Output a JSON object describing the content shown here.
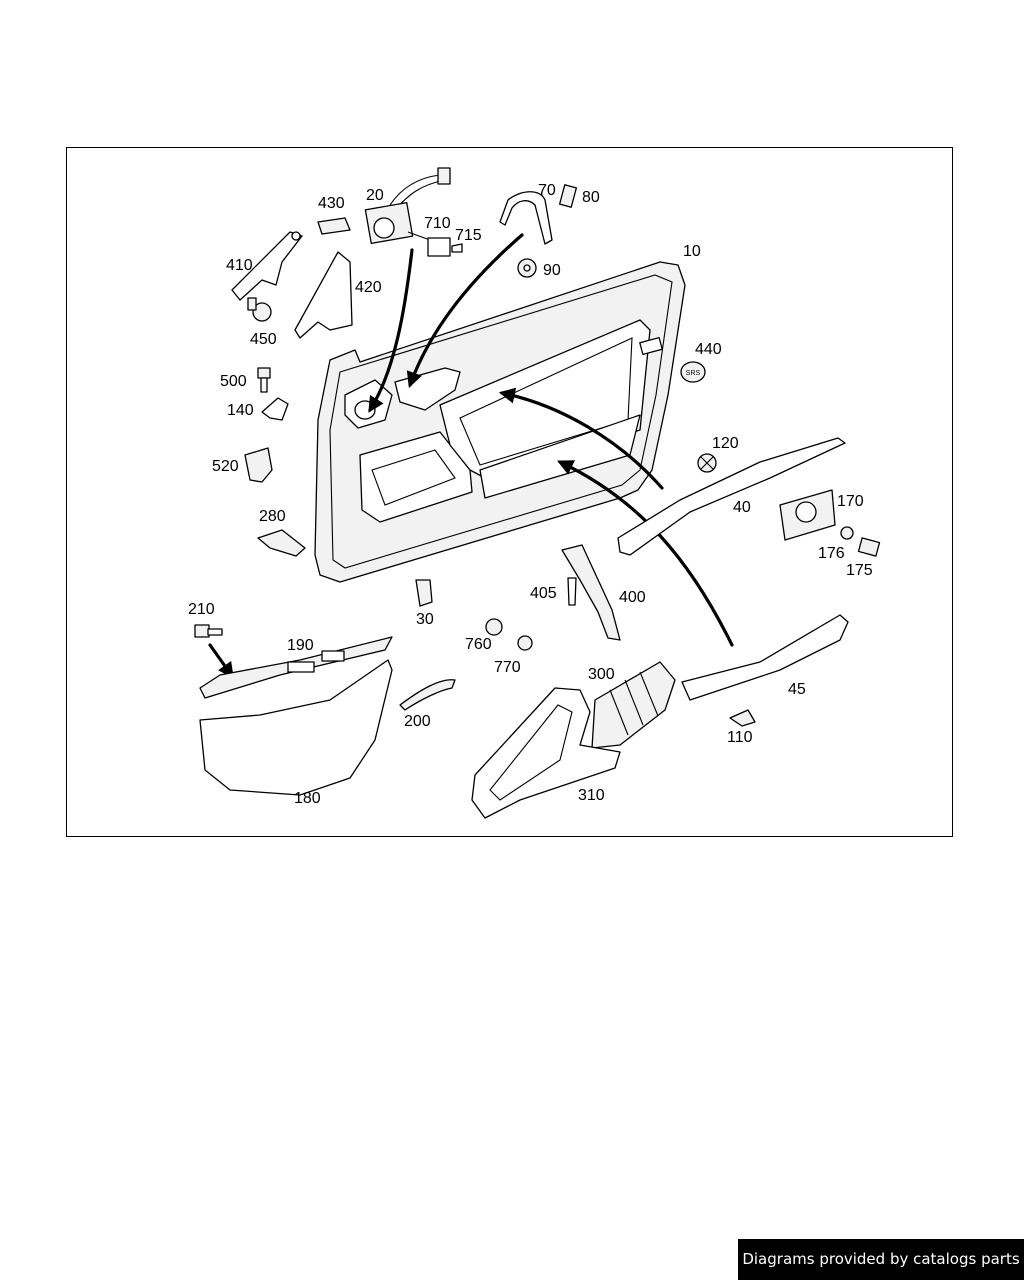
{
  "diagram": {
    "callouts": [
      "10",
      "20",
      "30",
      "40",
      "45",
      "70",
      "80",
      "90",
      "110",
      "120",
      "140",
      "170",
      "175",
      "176",
      "180",
      "190",
      "200",
      "210",
      "280",
      "300",
      "310",
      "400",
      "405",
      "410",
      "420",
      "430",
      "440",
      "450",
      "500",
      "520",
      "710",
      "715",
      "760",
      "770"
    ],
    "badge_text": "SRS"
  },
  "footer": {
    "text": "Diagrams provided by catalogs parts"
  }
}
